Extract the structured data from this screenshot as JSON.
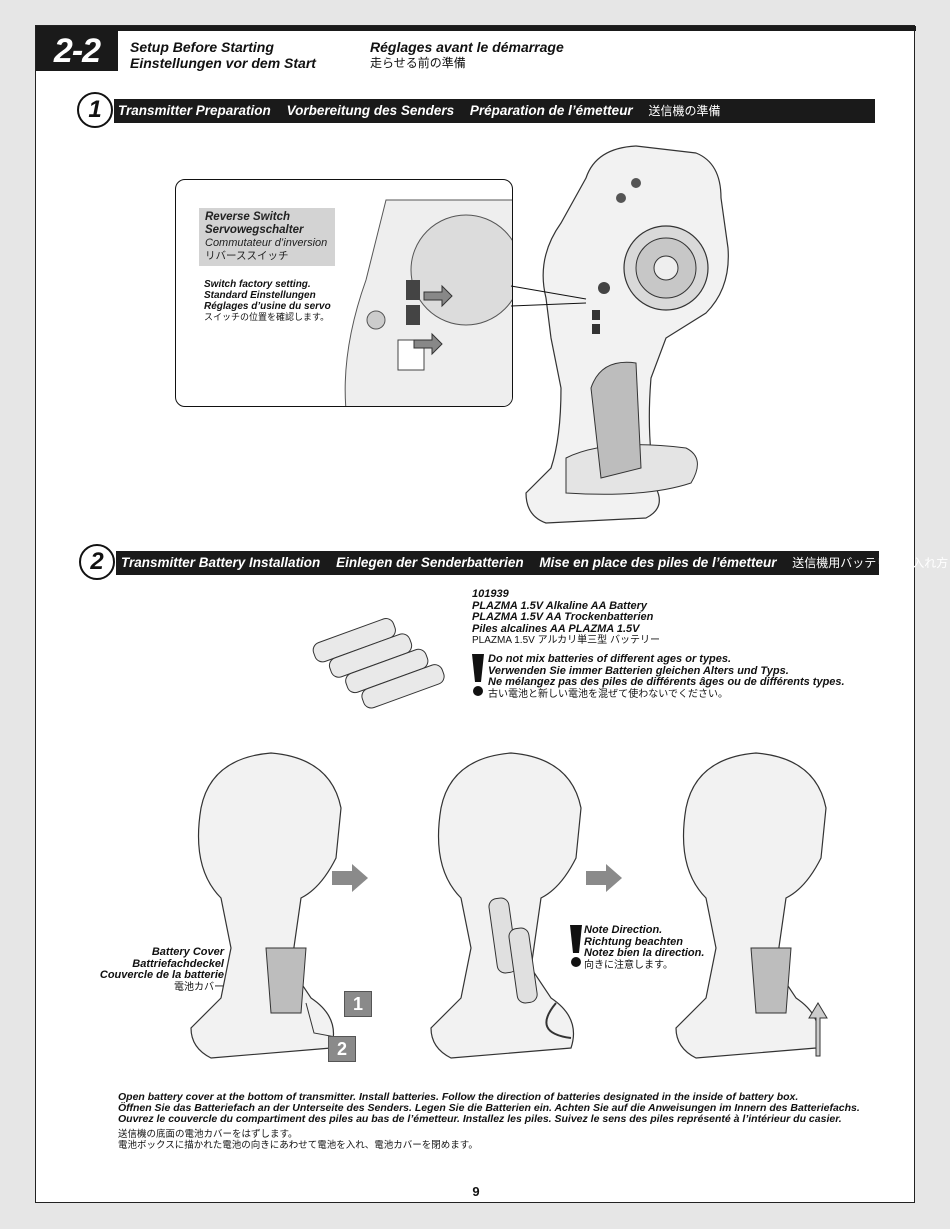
{
  "header": {
    "section_number": "2-2",
    "title_en": "Setup Before Starting",
    "title_de": "Einstellungen vor dem Start",
    "title_fr": "Réglages avant le démarrage",
    "title_jp": "走らせる前の準備"
  },
  "step1": {
    "number": "1",
    "title_en": "Transmitter Preparation",
    "title_de": "Vorbereitung des Senders",
    "title_fr": "Préparation de l’émetteur",
    "title_jp": "送信機の準備",
    "reverse_switch": {
      "en": "Reverse Switch",
      "de": "Servowegschalter",
      "fr": "Commutateur d’inversion",
      "jp": "リバーススイッチ"
    },
    "switch_note": {
      "en": "Switch factory setting.",
      "de": "Standard Einstellungen",
      "fr": "Réglages d’usine du servo",
      "jp": "スイッチの位置を確認します。"
    }
  },
  "step2": {
    "number": "2",
    "title_en": "Transmitter Battery Installation",
    "title_de": "Einlegen der Senderbatterien",
    "title_fr": "Mise en place des piles de l’émetteur",
    "title_jp": "送信機用バッテリーの入れ方",
    "battery": {
      "part_number": "101939",
      "en": "PLAZMA 1.5V Alkaline AA Battery",
      "de": "PLAZMA 1.5V AA Trockenbatterien",
      "fr": "Piles alcalines AA PLAZMA 1.5V",
      "jp": "PLAZMA 1.5V アルカリ単三型 バッテリー",
      "brand": "PLAZMA"
    },
    "warning": {
      "en": "Do not mix batteries of different ages or types.",
      "de": "Verwenden Sie immer Batterien gleichen Alters und Typs.",
      "fr": "Ne mélangez pas des piles de différents âges ou de différents types.",
      "jp": "古い電池と新しい電池を混ぜて使わないでください。"
    },
    "battery_cover": {
      "en": "Battery Cover",
      "de": "Battriefachdeckel",
      "fr": "Couvercle de la batterie",
      "jp": "電池カバー"
    },
    "note_direction": {
      "en": "Note Direction.",
      "de": "Richtung beachten",
      "fr": "Notez bien la direction.",
      "jp": "向きに注意します。"
    },
    "step_badges": [
      "1",
      "2"
    ]
  },
  "instructions": {
    "en": "Open battery cover at the bottom of transmitter. Install batteries. Follow the direction of batteries designated in the inside of battery box.",
    "de": "Öffnen Sie das Batteriefach an der Unterseite des Senders. Legen Sie die Batterien ein. Achten Sie auf die Anweisungen im Innern des Batteriefachs.",
    "fr": "Ouvrez le couvercle du compartiment des piles au bas de l’émetteur. Installez les piles. Suivez le sens des piles représenté à l’intérieur du casier.",
    "jp1": "送信機の底面の電池カバーをはずします。",
    "jp2": "電池ボックスに描かれた電池の向きにあわせて電池を入れ、電池カバーを閉めます。"
  },
  "page_number": "9",
  "colors": {
    "bar": "#1a1a1a",
    "label_bg": "#d3d3d3",
    "arrow": "#8a8a8a"
  }
}
